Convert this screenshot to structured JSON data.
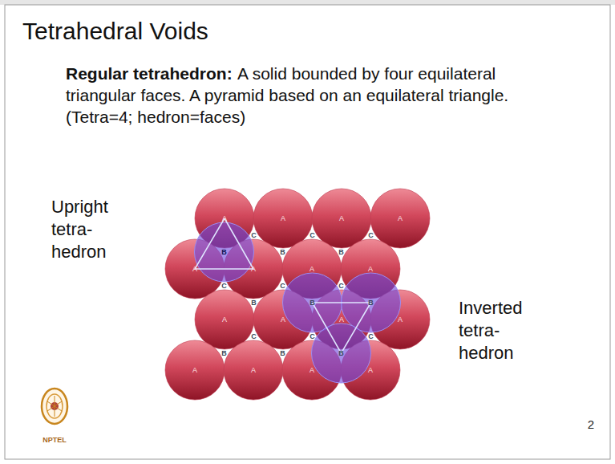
{
  "diagram": {
    "title": "Tetrahedral Voids",
    "labels": [
      "Regular tetrahedron:",
      "A solid bounded by four equilateral triangular faces. A pyramid based on an equilateral triangle. (Tetra=4; hedron=faces)",
      "Upright tetra- hedron",
      "Inverted tetra- hedron",
      "A",
      "A",
      "A",
      "A",
      "A",
      "A",
      "A",
      "A",
      "A",
      "A",
      "A",
      "A",
      "A",
      "A",
      "A",
      "A",
      "C",
      "B",
      "C",
      "B",
      "C",
      "B",
      "C",
      "B",
      "C",
      "B",
      "C",
      "B",
      "C",
      "B",
      "C",
      "B",
      "C",
      "B",
      "NPTEL",
      "2"
    ]
  }
}
